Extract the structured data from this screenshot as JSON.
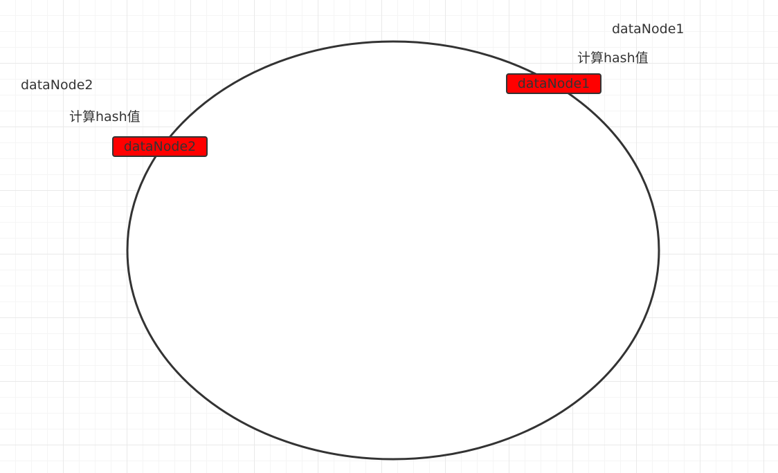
{
  "colors": {
    "node_fill": "#ff0000",
    "stroke": "#333333",
    "text": "#333333",
    "background": "#ffffff",
    "grid": "#e9e9e9"
  },
  "nodes": [
    {
      "id": "node1",
      "name_label": "dataNode1",
      "hash_label": "计算hash值",
      "box_label": "dataNode1"
    },
    {
      "id": "node2",
      "name_label": "dataNode2",
      "hash_label": "计算hash值",
      "box_label": "dataNode2"
    }
  ]
}
